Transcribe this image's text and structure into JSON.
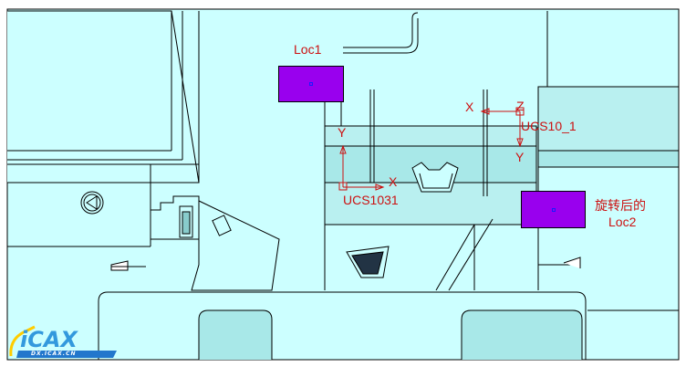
{
  "viewport": {
    "background": "#ffffff",
    "model_fill": "#ccffff",
    "model_shade": "#a8e8e8",
    "edge_color": "#000000"
  },
  "labels": {
    "loc1": "Loc1",
    "loc2_line1": "旋转后的",
    "loc2_line2": "Loc2",
    "ucs10": "UCS10_1",
    "ucs1031": "UCS1031"
  },
  "axes": {
    "ucs10_x": "X",
    "ucs10_z": "Z",
    "ucs10_y": "Y",
    "ucs1031_y": "Y",
    "ucs1031_x": "X"
  },
  "markers": {
    "color": "#9900ee",
    "loc1_name": "loc1-marker",
    "loc2_name": "loc2-marker"
  },
  "annotation_color": "#cc1111",
  "watermark": {
    "logo_text": "iCAX",
    "url_text": "DX.ICAX.CN",
    "color": "#3399dd"
  }
}
